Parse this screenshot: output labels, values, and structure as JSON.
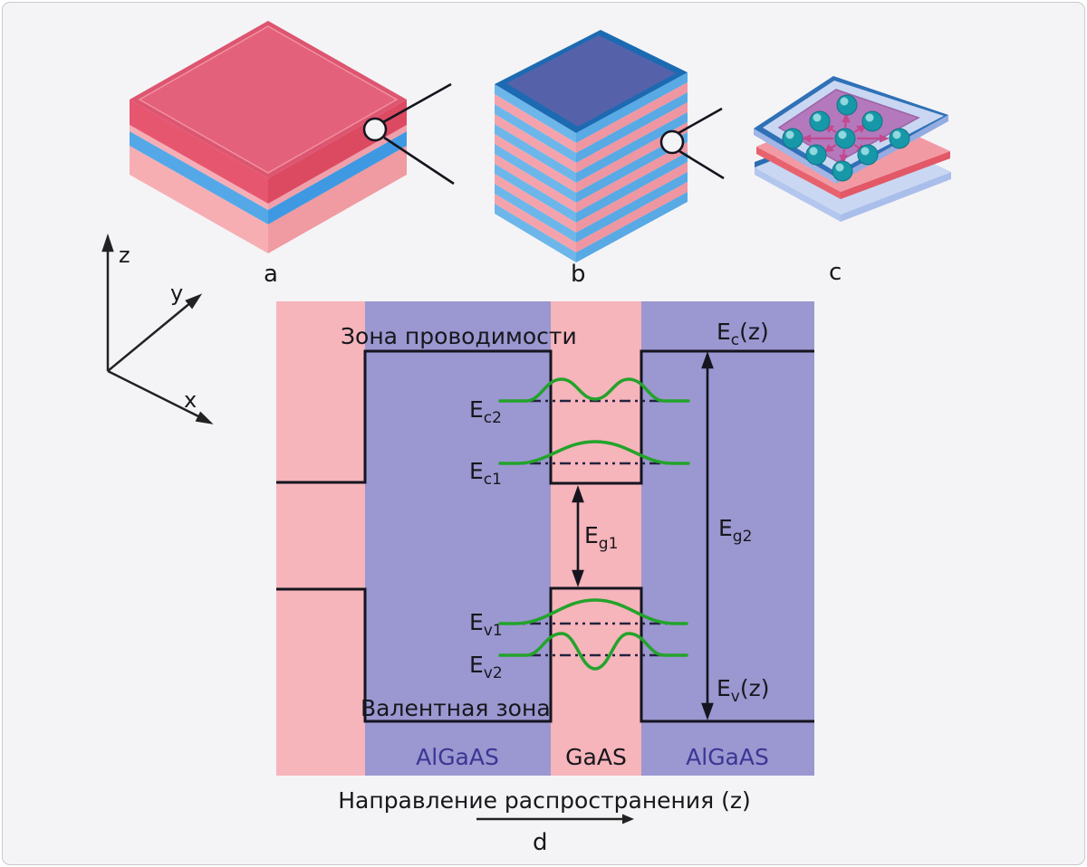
{
  "figure": {
    "panel_labels": {
      "a": "a",
      "b": "b",
      "c": "c",
      "d": "d"
    }
  },
  "axes": {
    "z": "z",
    "y": "y",
    "x": "x"
  },
  "band_diagram": {
    "conduction_band_label": "Зона проводимости",
    "valence_band_label": "Валентная зона",
    "ec_z": {
      "base": "E",
      "sub": "c",
      "suffix": "(z)"
    },
    "ev_z": {
      "base": "E",
      "sub": "v",
      "suffix": "(z)"
    },
    "ec2": {
      "base": "E",
      "sub": "c2"
    },
    "ec1": {
      "base": "E",
      "sub": "c1"
    },
    "ev1": {
      "base": "E",
      "sub": "v1"
    },
    "ev2": {
      "base": "E",
      "sub": "v2"
    },
    "eg1": {
      "base": "E",
      "sub": "g1"
    },
    "eg2": {
      "base": "E",
      "sub": "g2"
    },
    "regions": [
      {
        "label": "AlGaAS"
      },
      {
        "label": "GaAS"
      },
      {
        "label": "AlGaAS"
      }
    ],
    "direction_label": "Направление распространения (z)"
  },
  "colors": {
    "background": "#f4f4f6",
    "stripe_pink": "#f6b4bb",
    "stripe_purple": "#9b97d0",
    "band_line": "#15151f",
    "dashdot_line": "#23233f",
    "wavefunction_green": "#23a32b",
    "algaas_label": "#3b3694",
    "gaas_label": "#1b1b22",
    "quantum_dot_teal": "#1798a8",
    "dot_arrow_magenta": "#c2498f"
  }
}
